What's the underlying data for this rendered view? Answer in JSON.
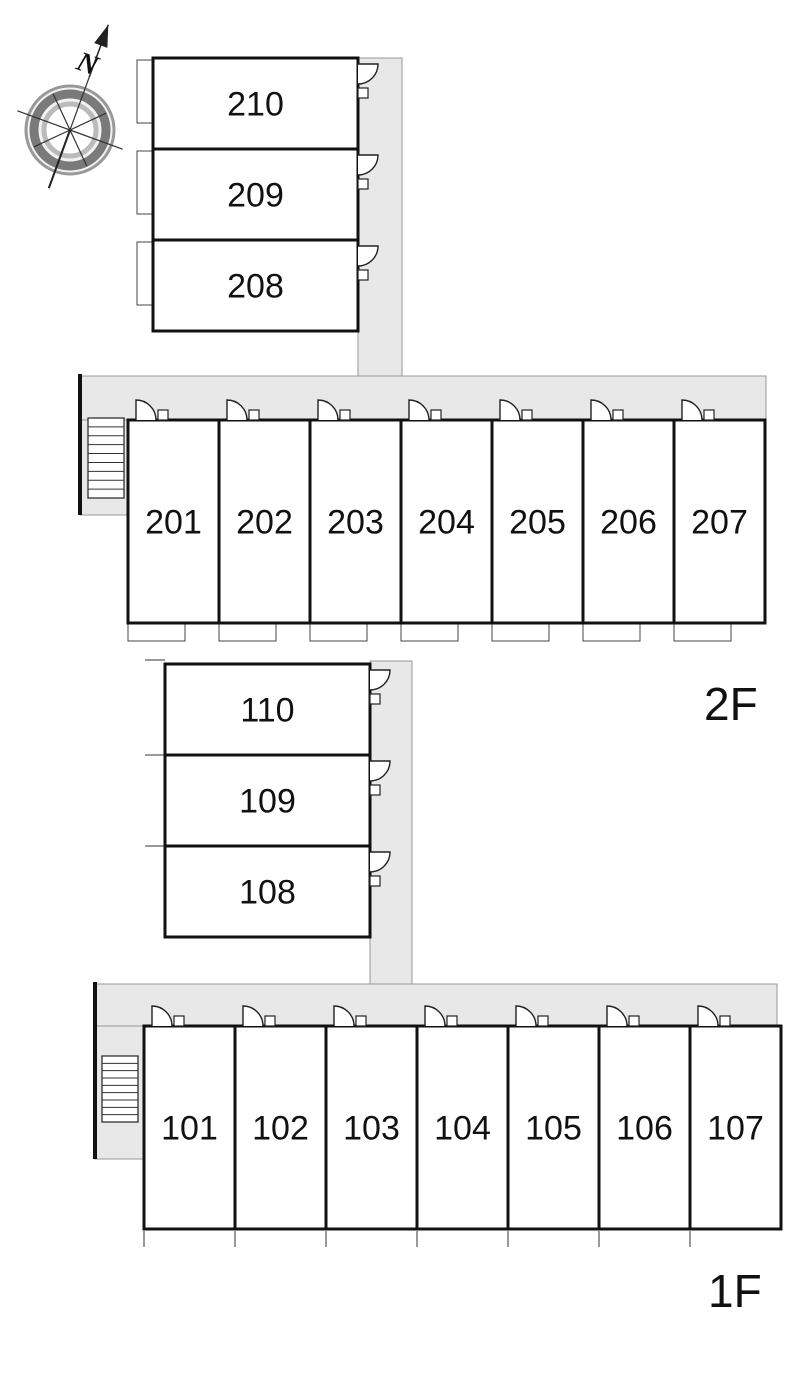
{
  "compass": {
    "label": "N",
    "icon": "compass-rose-icon"
  },
  "floors": [
    {
      "id": "2f",
      "label": "2F",
      "wing_units": [
        "210",
        "209",
        "208"
      ],
      "row_units": [
        "201",
        "202",
        "203",
        "204",
        "205",
        "206",
        "207"
      ]
    },
    {
      "id": "1f",
      "label": "1F",
      "wing_units": [
        "110",
        "109",
        "108"
      ],
      "row_units": [
        "101",
        "102",
        "103",
        "104",
        "105",
        "106",
        "107"
      ]
    }
  ],
  "colors": {
    "corridor": "#e8e8e8",
    "wall": "#111111",
    "background": "#ffffff"
  }
}
